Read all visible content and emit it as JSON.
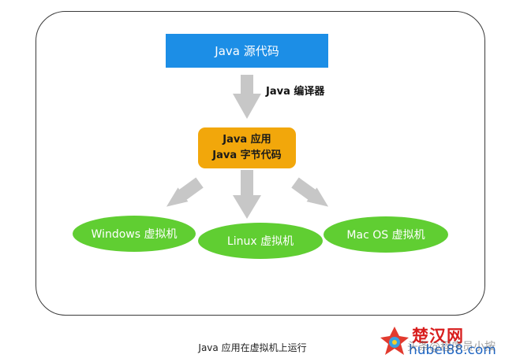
{
  "diagram": {
    "source": "Java 源代码",
    "compiler": "Java 编译器",
    "app_line1": "Java 应用",
    "app_line2": "Java 字节代码",
    "vms": {
      "windows": "Windows 虚拟机",
      "linux": "Linux 虚拟机",
      "mac": "Mac OS 虚拟机"
    }
  },
  "caption": "Java 应用在虚拟机上运行",
  "watermark": {
    "title": "楚汉网",
    "url": "hubei88.com",
    "overlay": "头条@程序员小按"
  },
  "colors": {
    "source_box": "#1c8ee6",
    "app_box": "#f2a70b",
    "vm": "#60ce32",
    "arrow": "#c7c7c7"
  }
}
